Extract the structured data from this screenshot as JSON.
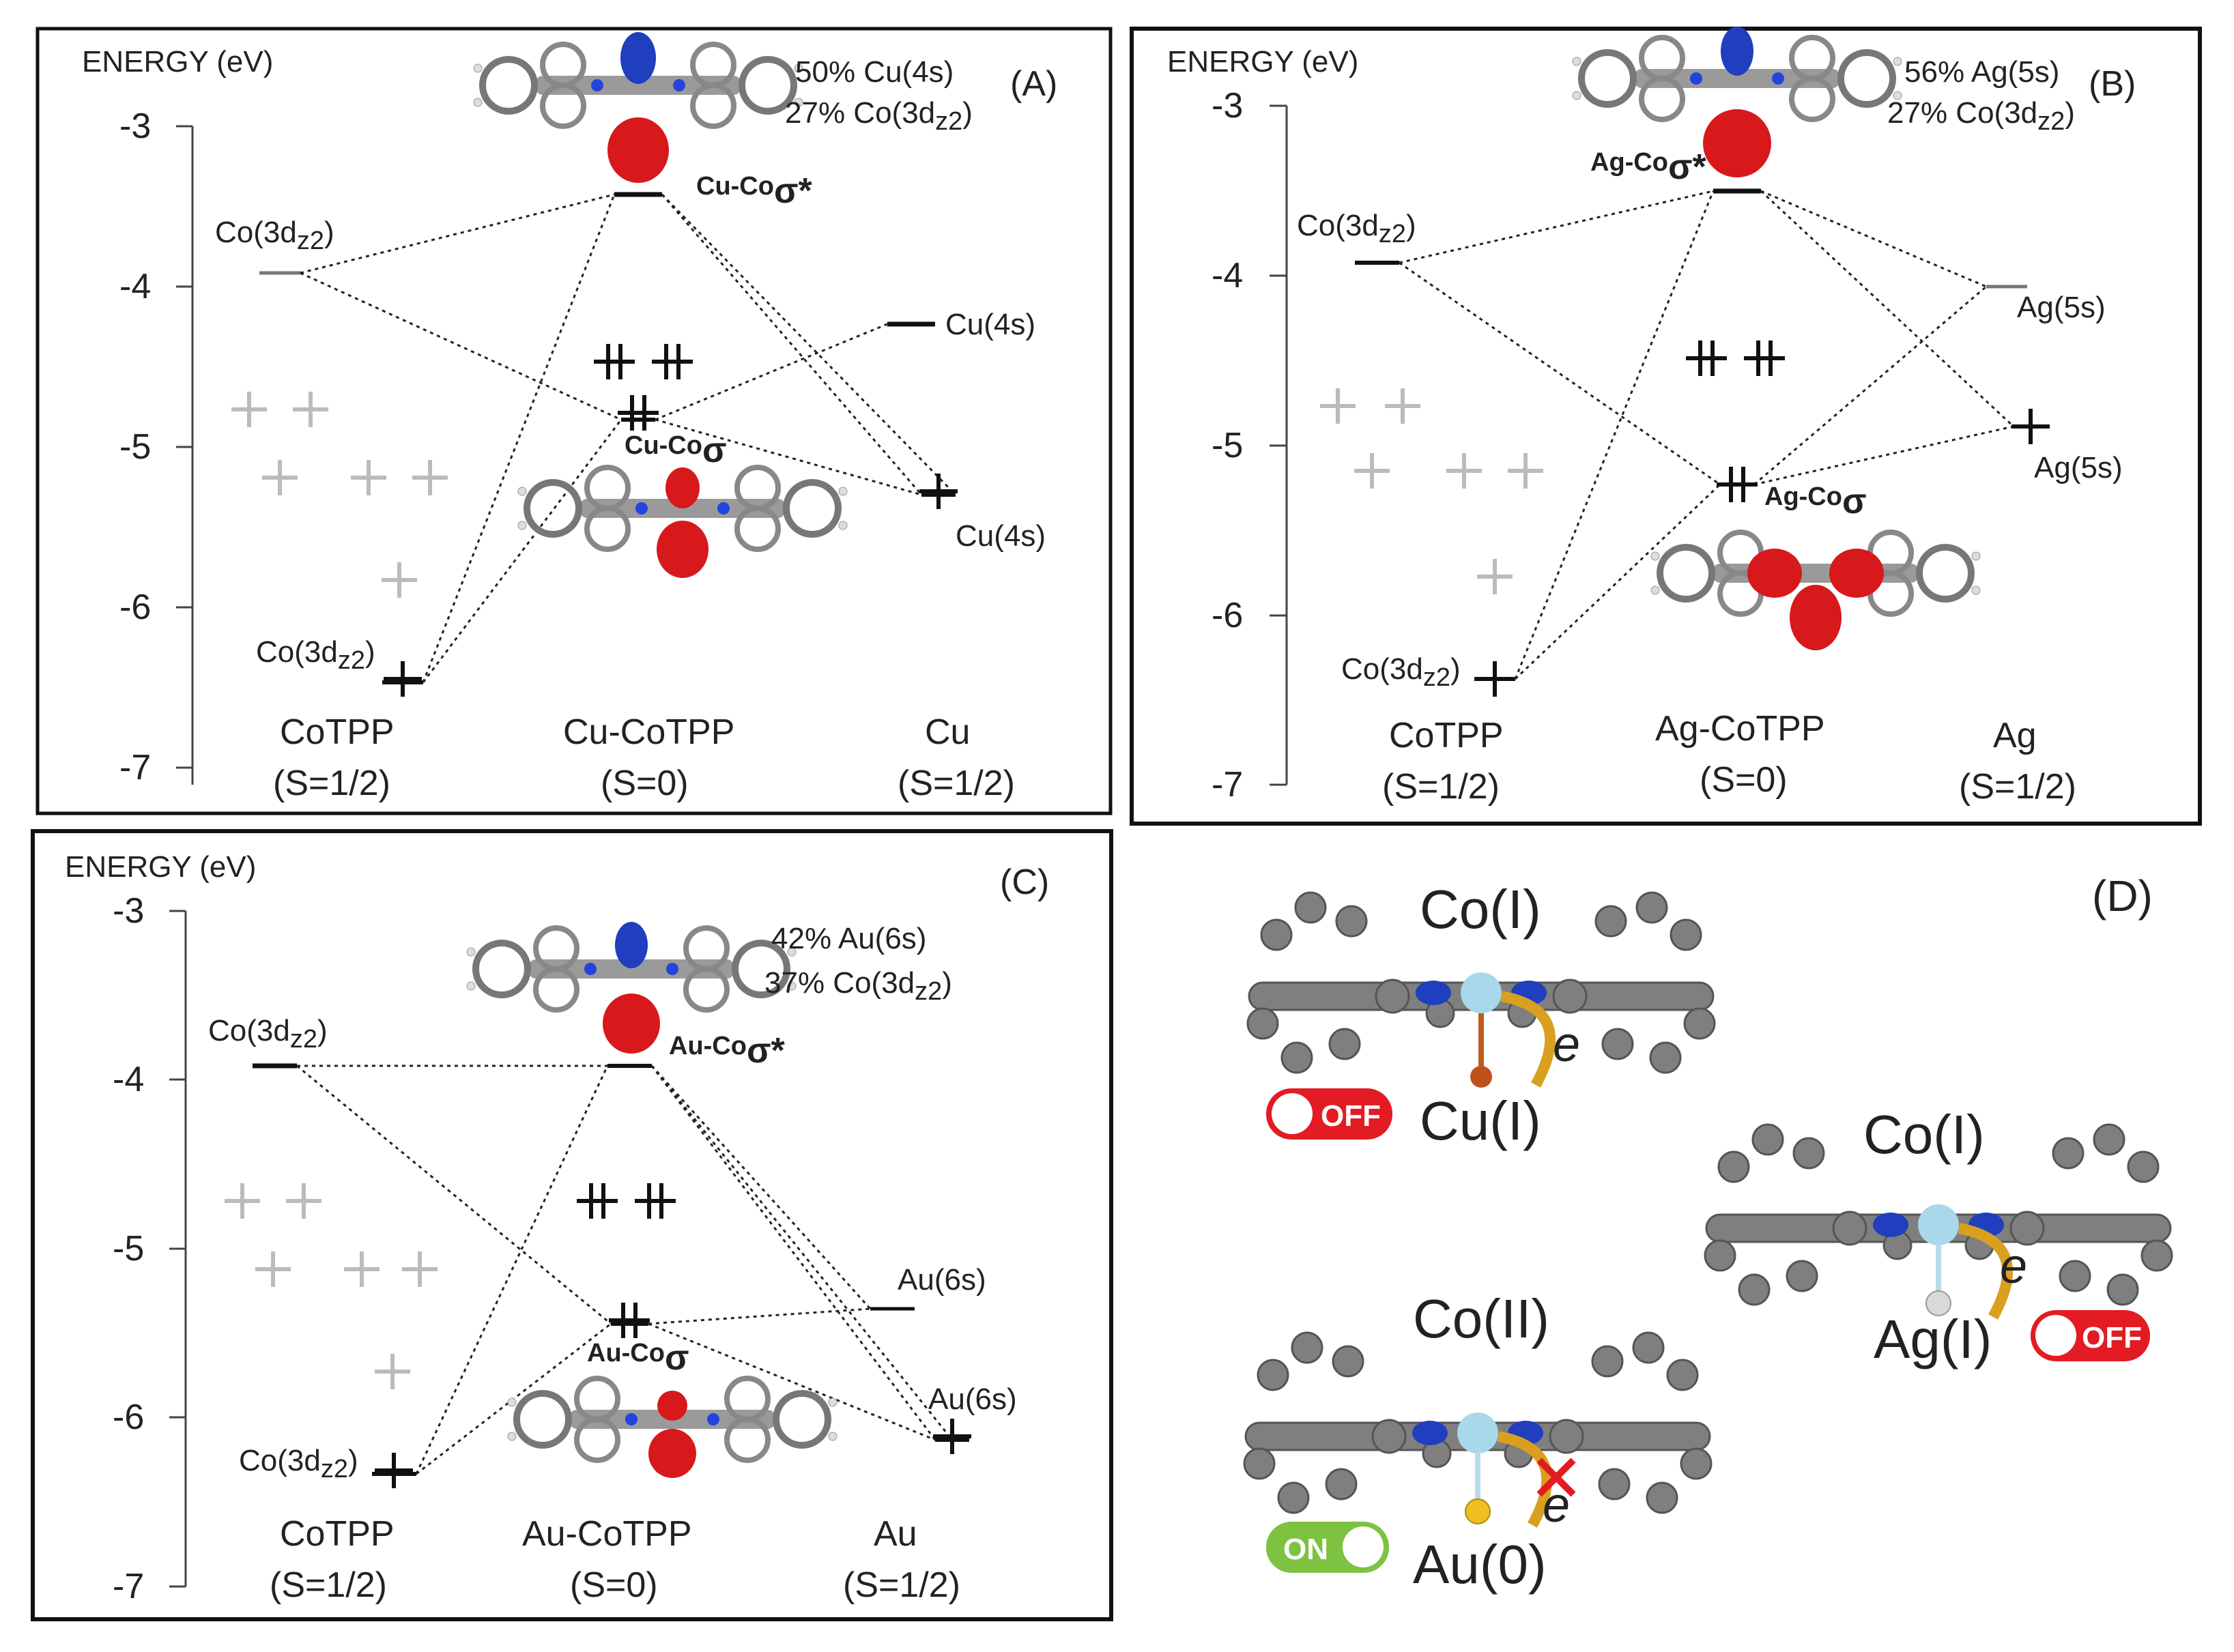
{
  "panels": {
    "A": {
      "letter": "(A)",
      "axis_title": "ENERGY (eV)",
      "ticks": [
        "-3",
        "-4",
        "-5",
        "-6",
        "-7"
      ],
      "composition": [
        "50% Cu(4s)",
        "27% Co(3d",
        "z2",
        ")"
      ],
      "left_upper": {
        "main": "Co(3d",
        "sub": "z2",
        "close": ")"
      },
      "left_lower": {
        "main": "Co(3d",
        "sub": "z2",
        "close": ")"
      },
      "right_upper": "Cu(4s)",
      "right_lower": "Cu(4s)",
      "sigma_star": {
        "prefix": "Cu-Co",
        "sym": "σ*"
      },
      "sigma": {
        "prefix": "Cu-Co",
        "sym": "σ"
      },
      "bottom": [
        [
          "CoTPP",
          "(S=1/2)"
        ],
        [
          "Cu-CoTPP",
          "(S=0)"
        ],
        [
          "Cu",
          "(S=1/2)"
        ]
      ]
    },
    "B": {
      "letter": "(B)",
      "axis_title": "ENERGY (eV)",
      "ticks": [
        "-3",
        "-4",
        "-5",
        "-6",
        "-7"
      ],
      "composition": [
        "56% Ag(5s)",
        "27% Co(3d",
        "z2",
        ")"
      ],
      "left_upper": {
        "main": "Co(3d",
        "sub": "z2",
        "close": ")"
      },
      "left_lower": {
        "main": "Co(3d",
        "sub": "z2",
        "close": ")"
      },
      "right_upper": "Ag(5s)",
      "right_lower": "Ag(5s)",
      "sigma_star": {
        "prefix": "Ag-Co",
        "sym": "σ*"
      },
      "sigma": {
        "prefix": "Ag-Co",
        "sym": "σ"
      },
      "bottom": [
        [
          "CoTPP",
          "(S=1/2)"
        ],
        [
          "Ag-CoTPP",
          "(S=0)"
        ],
        [
          "Ag",
          "(S=1/2)"
        ]
      ]
    },
    "C": {
      "letter": "(C)",
      "axis_title": "ENERGY (eV)",
      "ticks": [
        "-3",
        "-4",
        "-5",
        "-6",
        "-7"
      ],
      "composition": [
        "42% Au(6s)",
        "37% Co(3d",
        "z2",
        ")"
      ],
      "left_upper": {
        "main": "Co(3d",
        "sub": "z2",
        "close": ")"
      },
      "left_lower": {
        "main": "Co(3d",
        "sub": "z2",
        "close": ")"
      },
      "right_upper": "Au(6s)",
      "right_lower": "Au(6s)",
      "sigma_star": {
        "prefix": "Au-Co",
        "sym": "σ*"
      },
      "sigma": {
        "prefix": "Au-Co",
        "sym": "σ"
      },
      "bottom": [
        [
          "CoTPP",
          "(S=1/2)"
        ],
        [
          "Au-CoTPP",
          "(S=0)"
        ],
        [
          "Au",
          "(S=1/2)"
        ]
      ]
    },
    "D": {
      "letter": "(D)",
      "structures": [
        {
          "top": "Co(I)",
          "bottom": "Cu(I)",
          "switch": "OFF",
          "electron": "e"
        },
        {
          "top": "Co(I)",
          "bottom": "Ag(I)",
          "switch": "OFF",
          "electron": "e"
        },
        {
          "top": "Co(II)",
          "bottom": "Au(0)",
          "switch": "ON",
          "electron": "e"
        }
      ]
    }
  },
  "colors": {
    "off_switch": "#e31b23",
    "on_switch": "#7dc241",
    "lobe_red": "#d7191c",
    "lobe_blue": "#1f3fbf",
    "arrow_orange": "#d9a020",
    "atom_gray": "#7f7f7f",
    "cross_red": "#e31b23"
  }
}
